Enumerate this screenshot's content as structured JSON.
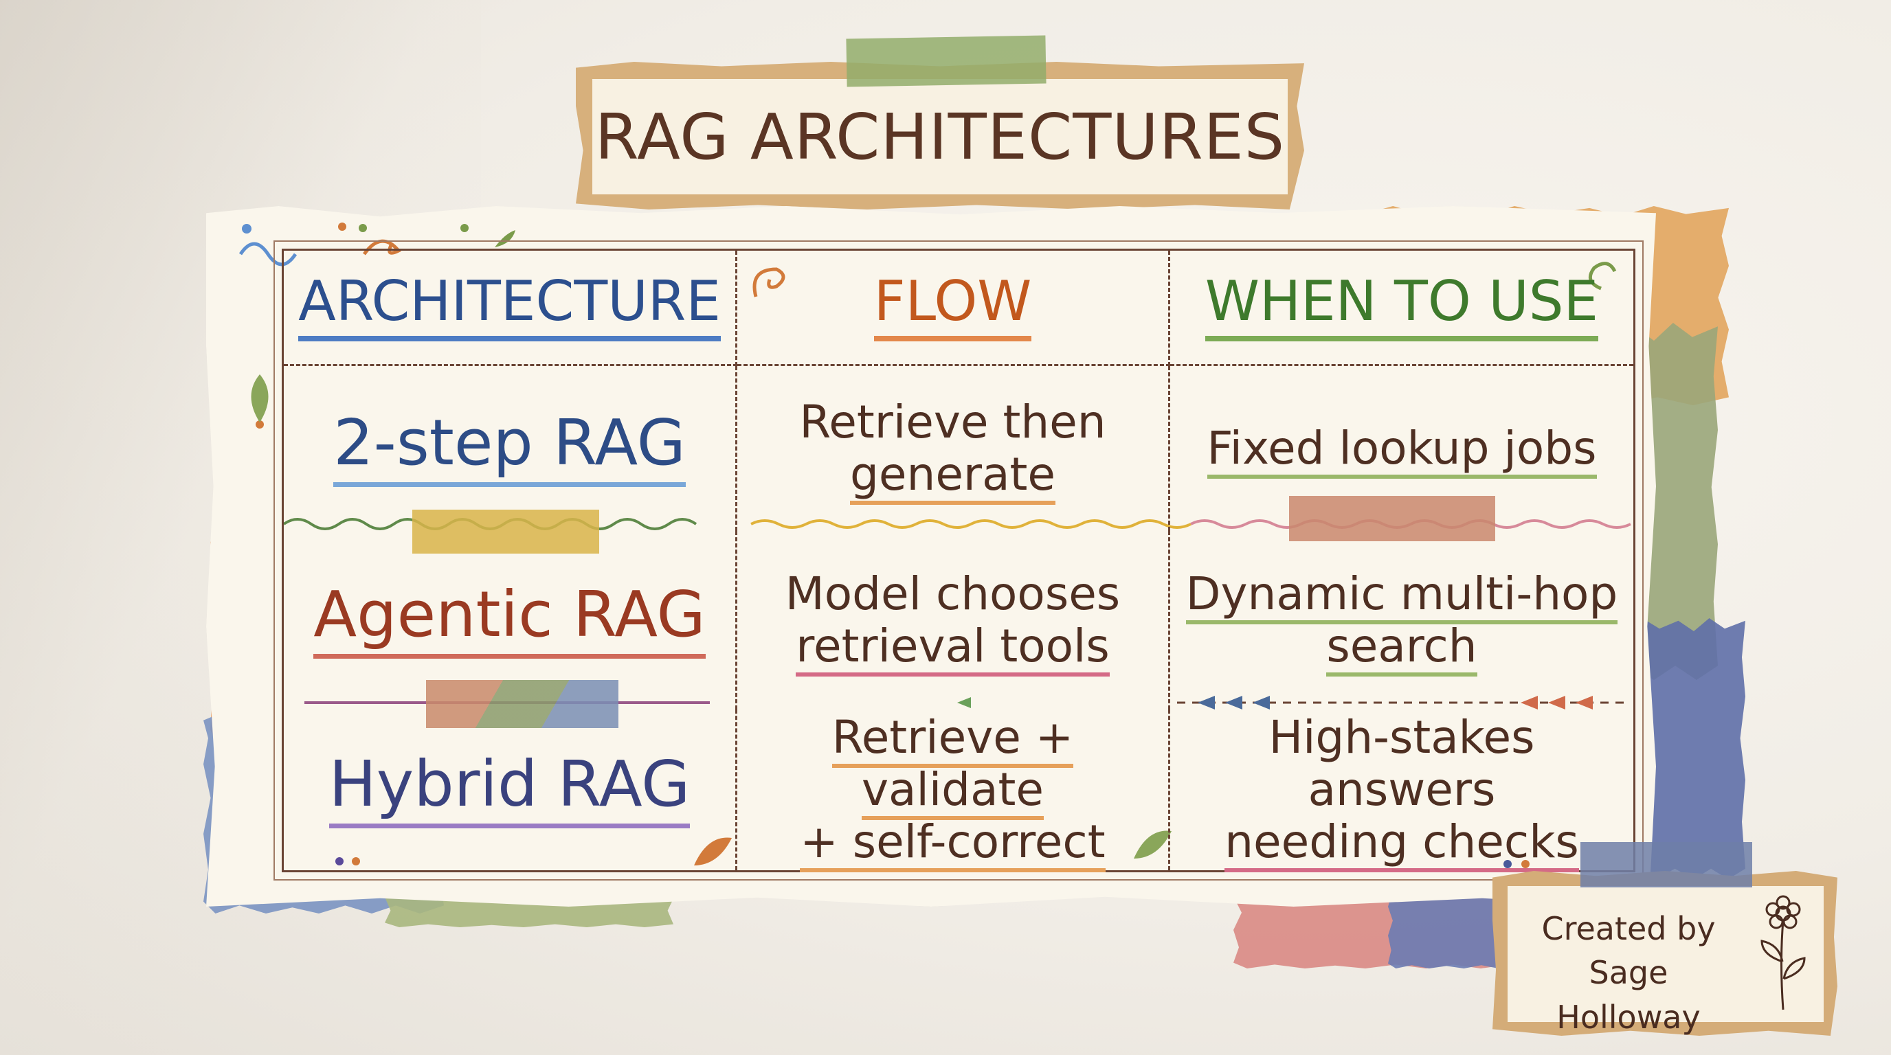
{
  "title": "RAG ARCHITECTURES",
  "table": {
    "headers": [
      "ARCHITECTURE",
      "FLOW",
      "WHEN TO USE"
    ],
    "rows": [
      {
        "architecture": "2-step RAG",
        "flow": [
          "Retrieve then",
          "generate"
        ],
        "when": [
          "Fixed lookup jobs"
        ]
      },
      {
        "architecture": "Agentic RAG",
        "flow": [
          "Model chooses",
          "retrieval tools"
        ],
        "when": [
          "Dynamic multi-hop",
          "search"
        ]
      },
      {
        "architecture": "Hybrid RAG",
        "flow": [
          "Retrieve + validate",
          "+ self-correct"
        ],
        "when": [
          "High-stakes answers",
          "needing checks"
        ]
      }
    ]
  },
  "credit": {
    "line1": "Created by",
    "line2": "Sage Holloway"
  },
  "colors": {
    "blue": "#2c4f8e",
    "orange": "#c2581d",
    "green": "#3e7a2c",
    "brown_text": "#4e2f22",
    "border": "#6a4434"
  }
}
